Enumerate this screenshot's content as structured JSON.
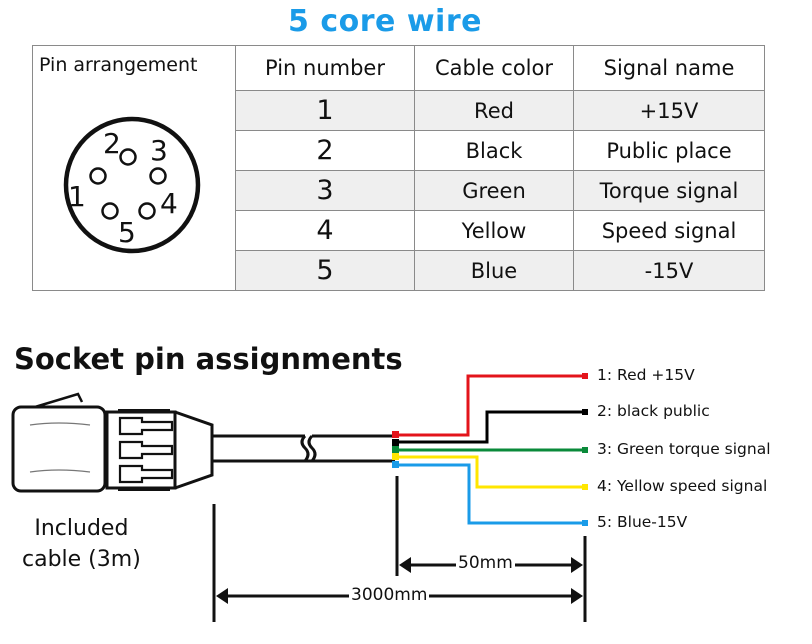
{
  "title": "5 core wire",
  "table": {
    "headers": {
      "pin_arrangement": "Pin arrangement",
      "pin_number": "Pin number",
      "cable_color": "Cable color",
      "signal_name": "Signal name"
    },
    "rows": [
      {
        "pin": "1",
        "color": "Red",
        "signal": "+15V"
      },
      {
        "pin": "2",
        "color": "Black",
        "signal": "Public place"
      },
      {
        "pin": "3",
        "color": "Green",
        "signal": "Torque signal"
      },
      {
        "pin": "4",
        "color": "Yellow",
        "signal": "Speed signal"
      },
      {
        "pin": "5",
        "color": "Blue",
        "signal": "-15V"
      }
    ],
    "connector_pin_labels": [
      "1",
      "2",
      "3",
      "4",
      "5"
    ]
  },
  "socket": {
    "title": "Socket pin assignments",
    "included_line1": "Included",
    "included_line2": "cable (3m)",
    "wires": [
      {
        "label": "1: Red +15V",
        "color": "#e3141b"
      },
      {
        "label": "2: black public",
        "color": "#000000"
      },
      {
        "label": "3: Green torque signal",
        "color": "#0a8a3a"
      },
      {
        "label": "4: Yellow speed signal",
        "color": "#ffe600"
      },
      {
        "label": "5: Blue-15V",
        "color": "#1a9be8"
      }
    ],
    "dimensions": {
      "short": "50mm",
      "long": "3000mm"
    }
  },
  "colors": {
    "title": "#1a9be8",
    "table_border": "#8a8a8a",
    "row_shade": "#efefef"
  }
}
